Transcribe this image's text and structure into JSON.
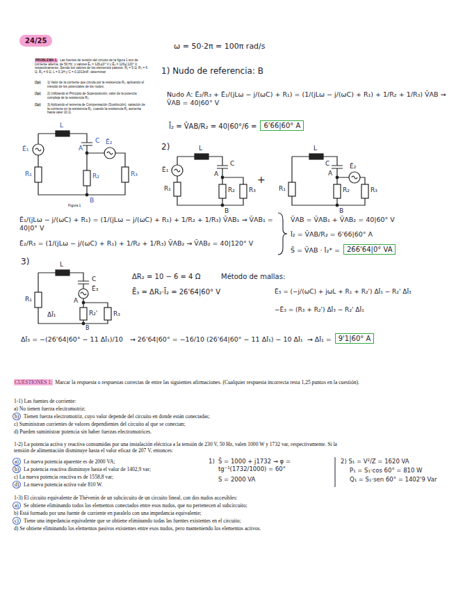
{
  "diagram": {
    "nodes": [
      {
        "text": [
          "24/25"
        ]
      },
      {
        "text": [
          "PROBLEMA 1."
        ]
      },
      {
        "text": [
          "6'66|60° A"
        ]
      },
      {
        "text": [
          "266'64|0° VA"
        ]
      },
      {
        "text": [
          "9'1|60° A"
        ]
      },
      {
        "text": [
          "CUESTIONES 1:"
        ]
      },
      {
        "text": [
          "b)"
        ]
      },
      {
        "text": [
          "a)"
        ]
      },
      {
        "text": [
          "b)"
        ]
      },
      {
        "text": [
          "d)"
        ]
      },
      {
        "text": [
          "a)"
        ]
      },
      {
        "text": [
          "c)"
        ]
      }
    ],
    "labels": [
      "Las fuentes de tensión del circuito de la figura 1 son de corriente alterna, de 50 Hz, y valores Ē₁ = 126∠0° V y Ē₂ = 126∠120° V, respectivamente. Siendo los valores de los elementos pasivos: R₁ = 5 Ω, R₂ = 6 Ω, R₃ = 6 Ω, L = 0,1H y C = 0,1013mF; determinar:",
      "(1p)",
      "1) Valor de la corriente que circula por la resistencia R₂, aplicando el método de los potenciales de los nudos.",
      "(1p)",
      "2) Utilizando el Principio de Superposición, valor de la potencia compleja de la resistencia R₂.",
      "(1p)",
      "3) Aplicando el teorema de Compensación (Sustitución), variación de la corriente en la resistencia R₂, cuando la resistencia R₂ aumenta hasta valer 10 Ω.",
      "L",
      "C",
      "Ē₁",
      "Ē₂",
      "R₁",
      "R₂",
      "R₃",
      "A",
      "B",
      "Figura 1",
      "ω = 50·2π = 100π rad/s",
      "1) Nudo de referencia: B",
      "Nudo A: Ē₂/R₃ + Ē₁/(jLω − j/(ωC) + R₁) = (1/(jLω − j/(ωC) + R₁) + 1/R₂ + 1/R₃) V̄AB → V̄AB = 40|60° V",
      "Ī₂ = V̄AB/R₂ = 40|60°/6 =",
      "2)",
      "L",
      "C",
      "Ē₁",
      "R₁",
      "R₂",
      "R₃",
      "A",
      "B",
      "+",
      "L",
      "C",
      "Ē₂",
      "R₁",
      "R₂",
      "R₃",
      "A",
      "B",
      "Ē₁/(jLω − j/(ωC) + R₁) = (1/(jLω − j/(ωC) + R₁) + 1/R₂ + 1/R₃) V̄AB₁ → V̄AB₁ = 40|0° V",
      "Ē₂/R₃ = (1/(jLω − j/(ωC) + R₁) + 1/R₂ + 1/R₃) V̄AB₂ → V̄AB₂ = 40|120° V",
      "V̄AB = V̄AB₁ + V̄AB₂ = 40|60° V",
      "Ī₂ = V̄AB/R₂ = 6'66|60° A",
      "S̄ = V̄AB · Ī₂* =",
      "3)",
      "L",
      "C",
      "Ē₃",
      "R₁",
      "R₂'",
      "R₃",
      "A",
      "B",
      "ΔĪ₁",
      "ΔR₂ = 10 − 6 = 4 Ω",
      "Ē₃ = ΔR₂·Ī₂ = 26'64|60° V",
      "Método de mallas:",
      "Ē₃ = (−j/(ωC) + jωL + R₁ + R₂') ΔĪ₁ − R₂' ΔĪ₃",
      "−Ē₃ = (R₃ + R₂') ΔĪ₃ − R₂' ΔĪ₁",
      "ΔĪ₃ = −(26'64|60° − 11 ΔĪ₁)/10",
      "⇝ 26'64|60° = −16/10 (26'64|60° − 11 ΔĪ₁) − 10 ΔĪ₁",
      "→ ΔĪ₁ =",
      "Marcar la respuesta o respuestas correctas de entre las siguientes afirmaciones. (Cualquier respuesta incorrecta resta 1,25 puntos en la cuestión).",
      "1-1) Las fuentes de corriente:",
      "a) No tienen fuerza electromotriz;",
      "Tienen fuerza electromotriz, cuyo valor depende del circuito en donde están conectadas;",
      "c) Suministran corrientes de valores dependientes del circuito al que se conectan;",
      "d) Pueden suministrar potencia sin haber fuerzas electromotrices.",
      "1-2) La potencia activa y reactiva consumidas por una instalación eléctrica a la tensión de 230 V, 50 Hz, valen 1000 W y 1732 var, respectivamente. Si la tensión de alimentación disminuye hasta el valor eficaz de 207 V, entonces:",
      "La nueva potencia aparente es de 2000 VA;",
      "La potencia reactiva disminuye hasta el valor de 1402,9 var;",
      "c) La nueva potencia reactiva es de 1558,8 var;",
      "La nueva potencia activa vale 810 W.",
      "1)",
      "S̄ = 1000 + j1732 ⇝ φ = tg⁻¹(1732/1000) = 60°",
      "S = 2000 VA",
      "2) S₁ = V²/Z = 1620 VA",
      "P₁ = S₁·cos 60° = 810 W",
      "Q₁ = S₁·sen 60° = 1402'9 Var",
      "1-3) El circuito equivalente de Thévenin de un subcircuito de un circuito lineal, con dos nudos accesibles:",
      "Se obtiene eliminando todos los elementos conectados entre esos nudos, que no pertenecen al subcircuito;",
      "b) Está formado por una fuente de corriente en paralelo con una impedancia equivalente;",
      "Tiene una impedancia equivalente que se obtiene eliminando todas las fuentes existentes en el circuito;",
      "d) Se obtiene eliminando los elementos pasivos existentes entre esos nudos, pero manteniendo los elementos activos."
    ]
  }
}
